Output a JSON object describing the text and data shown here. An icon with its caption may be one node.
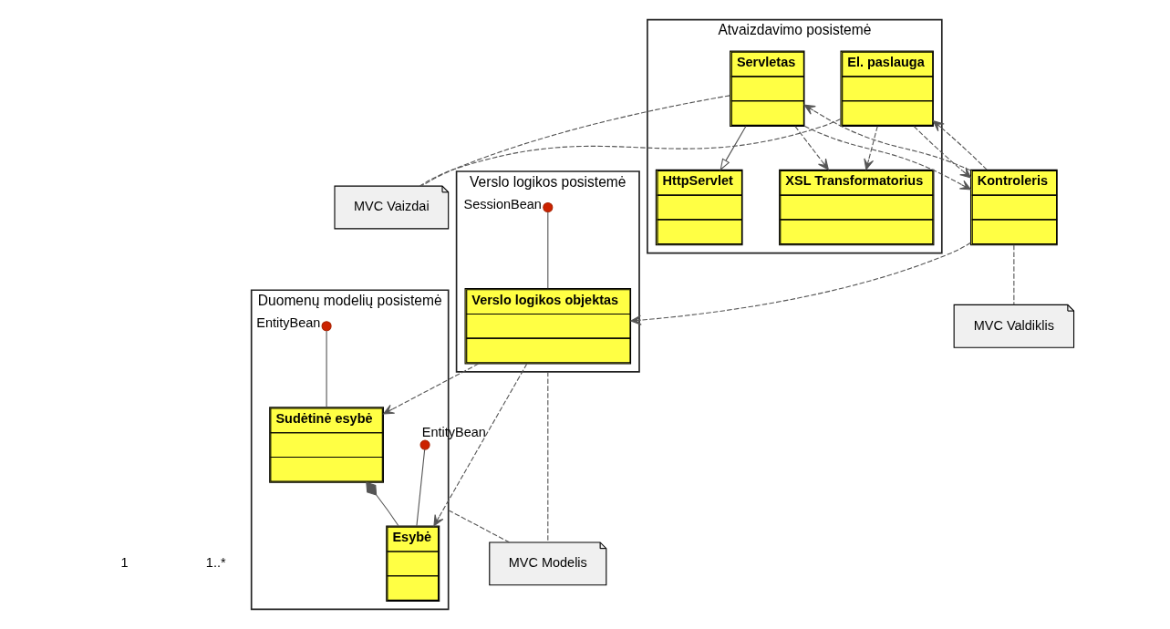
{
  "diagram": {
    "nodes": [
      {
        "text": [
          "Atvaizdavimo posistemė"
        ]
      },
      {
        "text": [
          "XSL Transformatorius"
        ],
        "in": 0
      },
      {
        "text": [
          "HttpServlet"
        ],
        "in": 0
      },
      {
        "text": [
          "El. paslauga"
        ],
        "in": 0
      },
      {
        "text": [
          "Servletas"
        ],
        "in": 0
      },
      {
        "text": [
          "Kontroleris"
        ]
      },
      {
        "text": [
          "Verslo logikos posistemė"
        ]
      },
      {
        "text": [
          "Verslo logikos objektas"
        ],
        "in": 6
      },
      {
        "text": [
          "Duomenų modelių posistemė"
        ]
      },
      {
        "text": [
          "Sudėtinė esybė"
        ],
        "in": 8
      },
      {
        "text": [
          "Esybė"
        ],
        "in": 8
      },
      {
        "text": [
          "MVC Vaizdai"
        ]
      },
      {
        "text": [
          "MVC Valdiklis"
        ]
      },
      {
        "text": [
          "MVC Modelis"
        ]
      },
      {
        "text": [],
        "shape": "circle",
        "beside": [
          "SessionBean"
        ],
        "in": 6
      },
      {
        "text": [],
        "shape": "circle",
        "beside": [
          "EntityBean"
        ],
        "in": 8
      },
      {
        "text": [],
        "shape": "circle",
        "beside": [
          "EntityBean"
        ],
        "in": 8
      }
    ],
    "edges": [
      {
        "from": 3,
        "to": 1,
        "arrow": "to",
        "style": "dashed"
      },
      {
        "from": 4,
        "to": 1,
        "arrow": "to",
        "style": "dashed"
      },
      {
        "from": 4,
        "to": 2,
        "arrow": "to"
      },
      {
        "from": 5,
        "to": 3,
        "arrow": "to",
        "style": "dashed"
      },
      {
        "from": 3,
        "to": 5,
        "arrow": "to",
        "style": "dashed"
      },
      {
        "from": 5,
        "to": 4,
        "arrow": "to",
        "style": "dashed"
      },
      {
        "from": 4,
        "to": 5,
        "arrow": "to",
        "style": "dashed"
      },
      {
        "from": 5,
        "to": 7,
        "arrow": "to",
        "style": "dashed"
      },
      {
        "from": 7,
        "to": 9,
        "arrow": "to",
        "style": "dashed"
      },
      {
        "from": 7,
        "to": 10,
        "arrow": "to",
        "style": "dashed"
      },
      {
        "from": 10,
        "to": 9,
        "arrow": "other"
      },
      {
        "from": 14,
        "to": 7,
        "arrow": "none"
      },
      {
        "from": 15,
        "to": 9,
        "arrow": "none"
      },
      {
        "from": 16,
        "to": 10,
        "arrow": "none"
      },
      {
        "from": 3,
        "to": 11,
        "arrow": "none",
        "style": "dashed"
      },
      {
        "from": 4,
        "to": 11,
        "arrow": "none",
        "style": "dashed"
      },
      {
        "from": 5,
        "to": 12,
        "arrow": "none",
        "style": "dashed"
      },
      {
        "from": 6,
        "to": 13,
        "arrow": "none",
        "style": "dashed"
      },
      {
        "from": 8,
        "to": 13,
        "arrow": "none",
        "style": "dashed"
      }
    ],
    "labels": [
      "1",
      "1..*"
    ]
  }
}
